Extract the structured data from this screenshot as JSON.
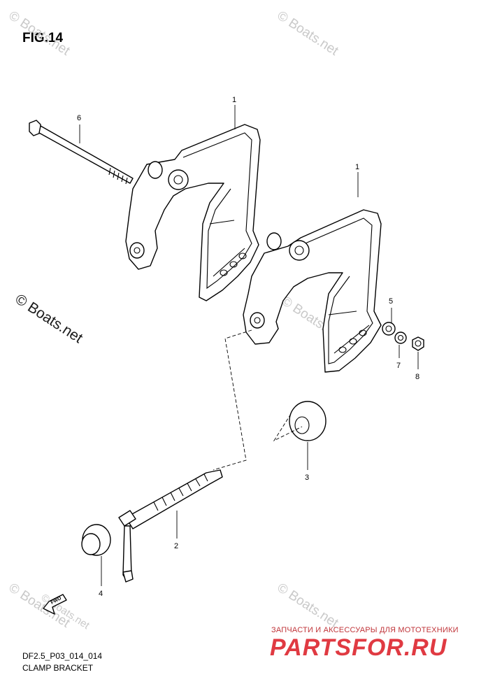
{
  "figure": {
    "title": "FIG.14"
  },
  "watermarks": [
    "© Boats.net",
    "© Boats.net",
    "© Boats.net",
    "© Boats.net",
    "© Boats.net",
    "© Boats.net",
    "© Boats.net"
  ],
  "callouts": [
    "1",
    "1",
    "2",
    "3",
    "4",
    "5",
    "6",
    "7",
    "8"
  ],
  "footer": {
    "code": "DF2.5_P03_014_014",
    "subtitle": "CLAMP BRACKET"
  },
  "fwd_label": "FWD",
  "advert": {
    "tagline": "ЗАПЧАСТИ И АКСЕССУАРЫ ДЛЯ МОТОТЕХНИКИ",
    "logo": "PARTSFOR.RU"
  },
  "colors": {
    "advert": "#e03a42",
    "watermark": "#c9c9c9"
  }
}
